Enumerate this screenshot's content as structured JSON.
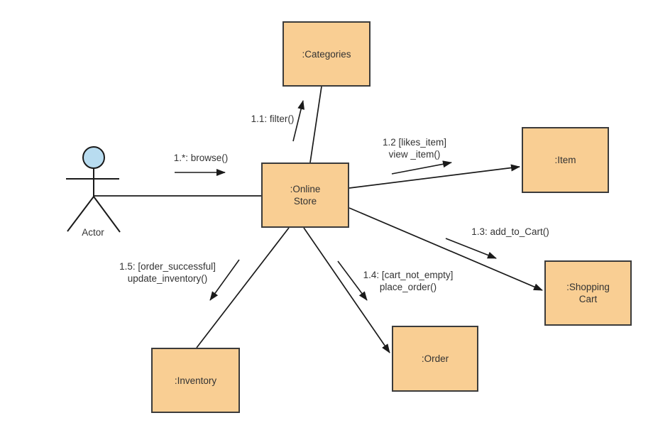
{
  "colors": {
    "background": "#ffffff",
    "node_fill": "#F9CE93",
    "node_border": "#3b3b3b",
    "actor_head_fill": "#B8DCF0",
    "line_color": "#1a1a1a",
    "text_color": "#333333"
  },
  "actor": {
    "label": "Actor"
  },
  "nodes": {
    "categories": {
      "label": ":Categories"
    },
    "online_store": {
      "label": ":Online\nStore"
    },
    "item": {
      "label": ":Item"
    },
    "shopping_cart": {
      "label": ":Shopping\nCart"
    },
    "order": {
      "label": ":Order"
    },
    "inventory": {
      "label": ":Inventory"
    }
  },
  "messages": {
    "browse": {
      "label": "1.*: browse()"
    },
    "filter": {
      "label": "1.1: filter()"
    },
    "view_item": {
      "label": "1.2 [likes_item]\nview _item()"
    },
    "add_to_cart": {
      "label": "1.3: add_to_Cart()"
    },
    "place_order": {
      "label": "1.4: [cart_not_empty]\nplace_order()"
    },
    "update_inventory": {
      "label": "1.5: [order_successful]\nupdate_inventory()"
    }
  }
}
